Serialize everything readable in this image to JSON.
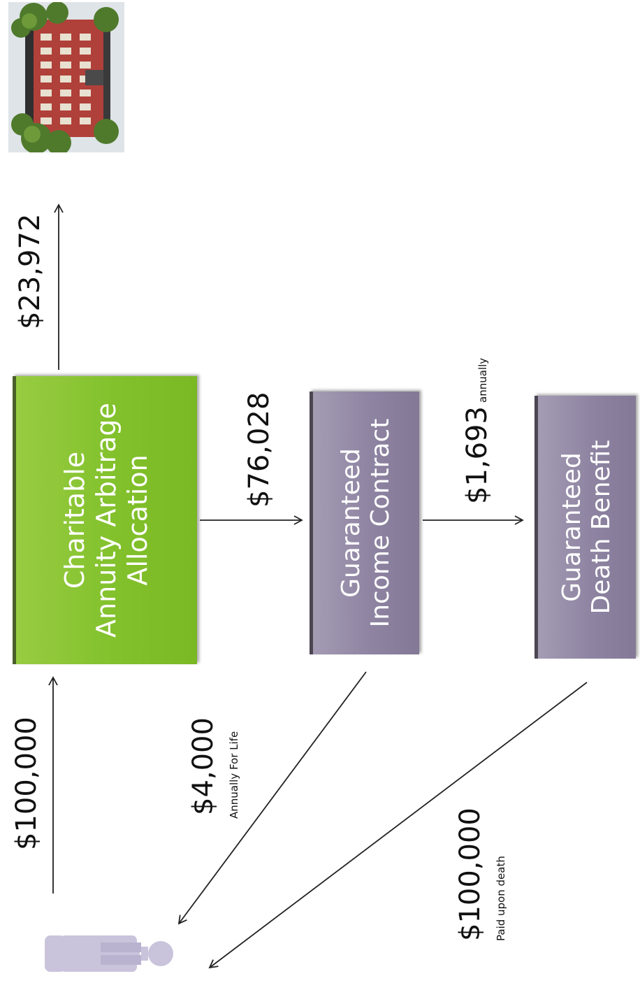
{
  "boxes": {
    "allocation": {
      "lines": [
        "Charitable",
        "Annuity Arbitrage",
        "Allocation"
      ],
      "color": "#82c12c"
    },
    "income": {
      "lines": [
        "Guaranteed",
        "Income Contract"
      ],
      "color": "#8e84a2"
    },
    "death": {
      "lines": [
        "Guaranteed",
        "Death Benefit"
      ],
      "color": "#8e84a2"
    }
  },
  "labels": {
    "donation": "$100,000",
    "charity_gift": "$23,972",
    "to_income": "$76,028",
    "premium": "$1,693",
    "premium_note": "annually",
    "life_income": "$4,000",
    "life_income_note": "Annually For Life",
    "death_payout": "$100,000",
    "death_payout_note": "Paid upon death"
  },
  "icons": {
    "donor": "person-icon",
    "charity": "building-icon"
  }
}
